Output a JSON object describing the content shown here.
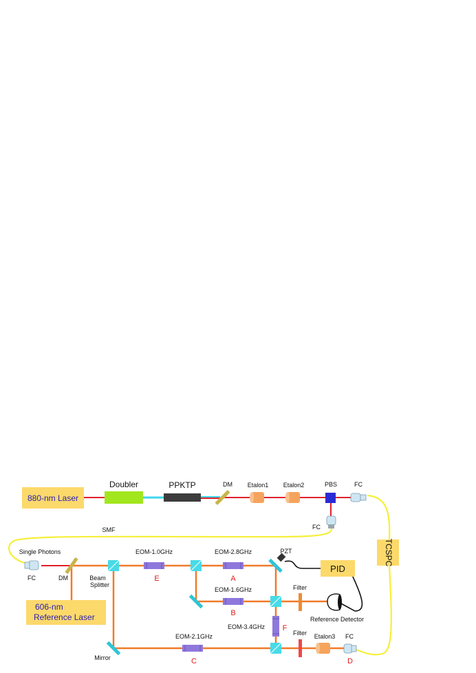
{
  "colors": {
    "box_fill": "#fcd96b",
    "box_text": "#2a20b0",
    "red_beam": "#e0202a",
    "orange_beam": "#f07a28",
    "cyan_beam": "#3fd6ee",
    "fiber": "#f6ef3a",
    "doubler": "#a2e61e",
    "ppktp": "#3c3c3c",
    "dm": "#c9b44a",
    "etalon": "#f5a45e",
    "pbs": "#2b2bd4",
    "fc": "#cfe6f2",
    "beam_splitter": "#47dbe7",
    "mirror": "#2ec4d8",
    "eom": "#8f78dc",
    "filter_orange": "#f08c2e",
    "filter_red": "#f04848",
    "label_red": "#e21b1b"
  },
  "boxes": {
    "laser_880": "880-nm Laser",
    "laser_606_line1": "606-nm",
    "laser_606_line2": "Reference Laser",
    "pid": "PID",
    "tcspc": "TCSPC"
  },
  "labels": {
    "doubler": "Doubler",
    "ppktp": "PPKTP",
    "dm_top": "DM",
    "etalon1": "Etalon1",
    "etalon2": "Etalon2",
    "pbs": "PBS",
    "fc_top": "FC",
    "fc_pbs": "FC",
    "smf": "SMF",
    "single_photons": "Single Photons",
    "fc_left": "FC",
    "dm_left": "DM",
    "beam_splitter_line1": "Beam",
    "beam_splitter_line2": "Splitter",
    "eom_1_0": "EOM-1.0GHz",
    "eom_2_8": "EOM-2.8GHz",
    "eom_1_6": "EOM-1.6GHz",
    "eom_3_4": "EOM-3.4GHz",
    "eom_2_1": "EOM-2.1GHz",
    "pzt": "PZT",
    "filter_top": "Filter",
    "filter_bottom": "Filter",
    "reference_detector": "Reference Detector",
    "etalon3": "Etalon3",
    "fc_bottom": "FC",
    "mirror": "Mirror"
  },
  "markers": {
    "A": "A",
    "B": "B",
    "C": "C",
    "D": "D",
    "E": "E",
    "F": "F"
  }
}
